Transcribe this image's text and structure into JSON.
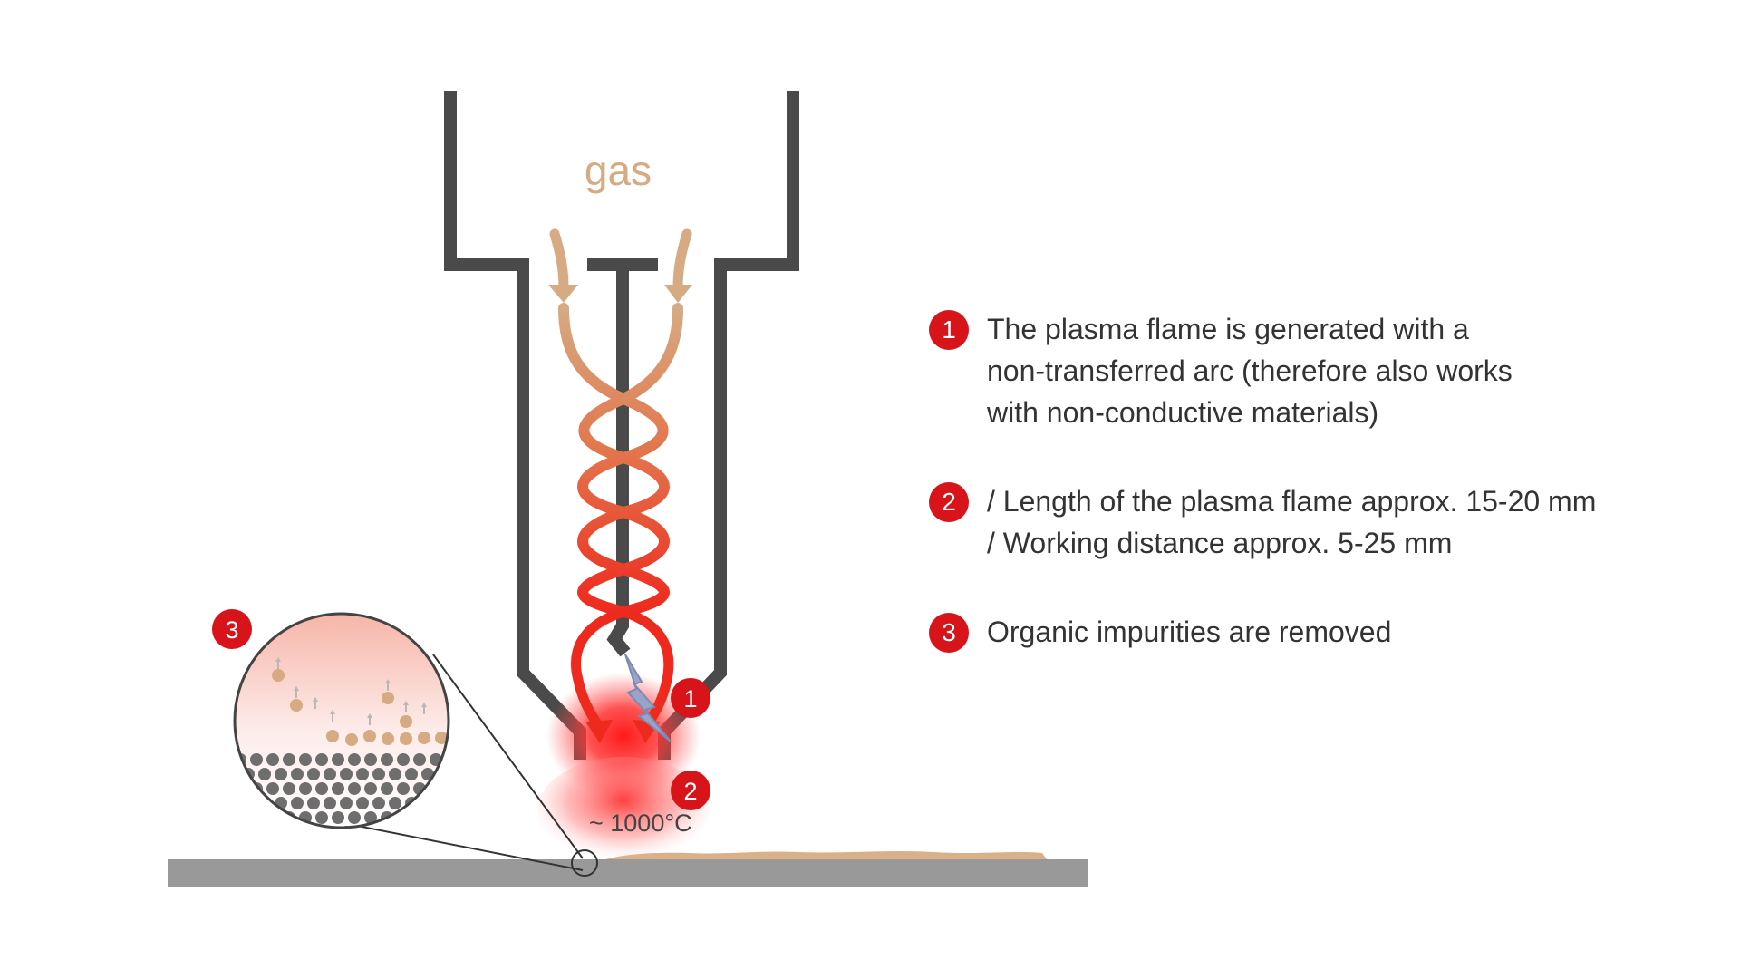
{
  "diagram": {
    "gas_label": "gas",
    "temperature_label": "~ 1000°C",
    "marker_1": "1",
    "marker_2": "2",
    "marker_3": "3"
  },
  "legend": [
    {
      "number": "1",
      "lines": [
        "The plasma flame is generated with a",
        "non-transferred arc (therefore also works",
        "with non-conductive materials)"
      ]
    },
    {
      "number": "2",
      "lines": [
        "/ Length of the plasma flame approx. 15-20 mm",
        "/ Working distance approx. 5-25 mm"
      ]
    },
    {
      "number": "3",
      "lines": [
        "Organic impurities are removed"
      ]
    }
  ],
  "colors": {
    "accent_red": "#d7141a",
    "nozzle": "#4a4a4a",
    "gas": "#d6aa82",
    "substrate": "#999999",
    "impurity_layer": "#d9b088"
  }
}
